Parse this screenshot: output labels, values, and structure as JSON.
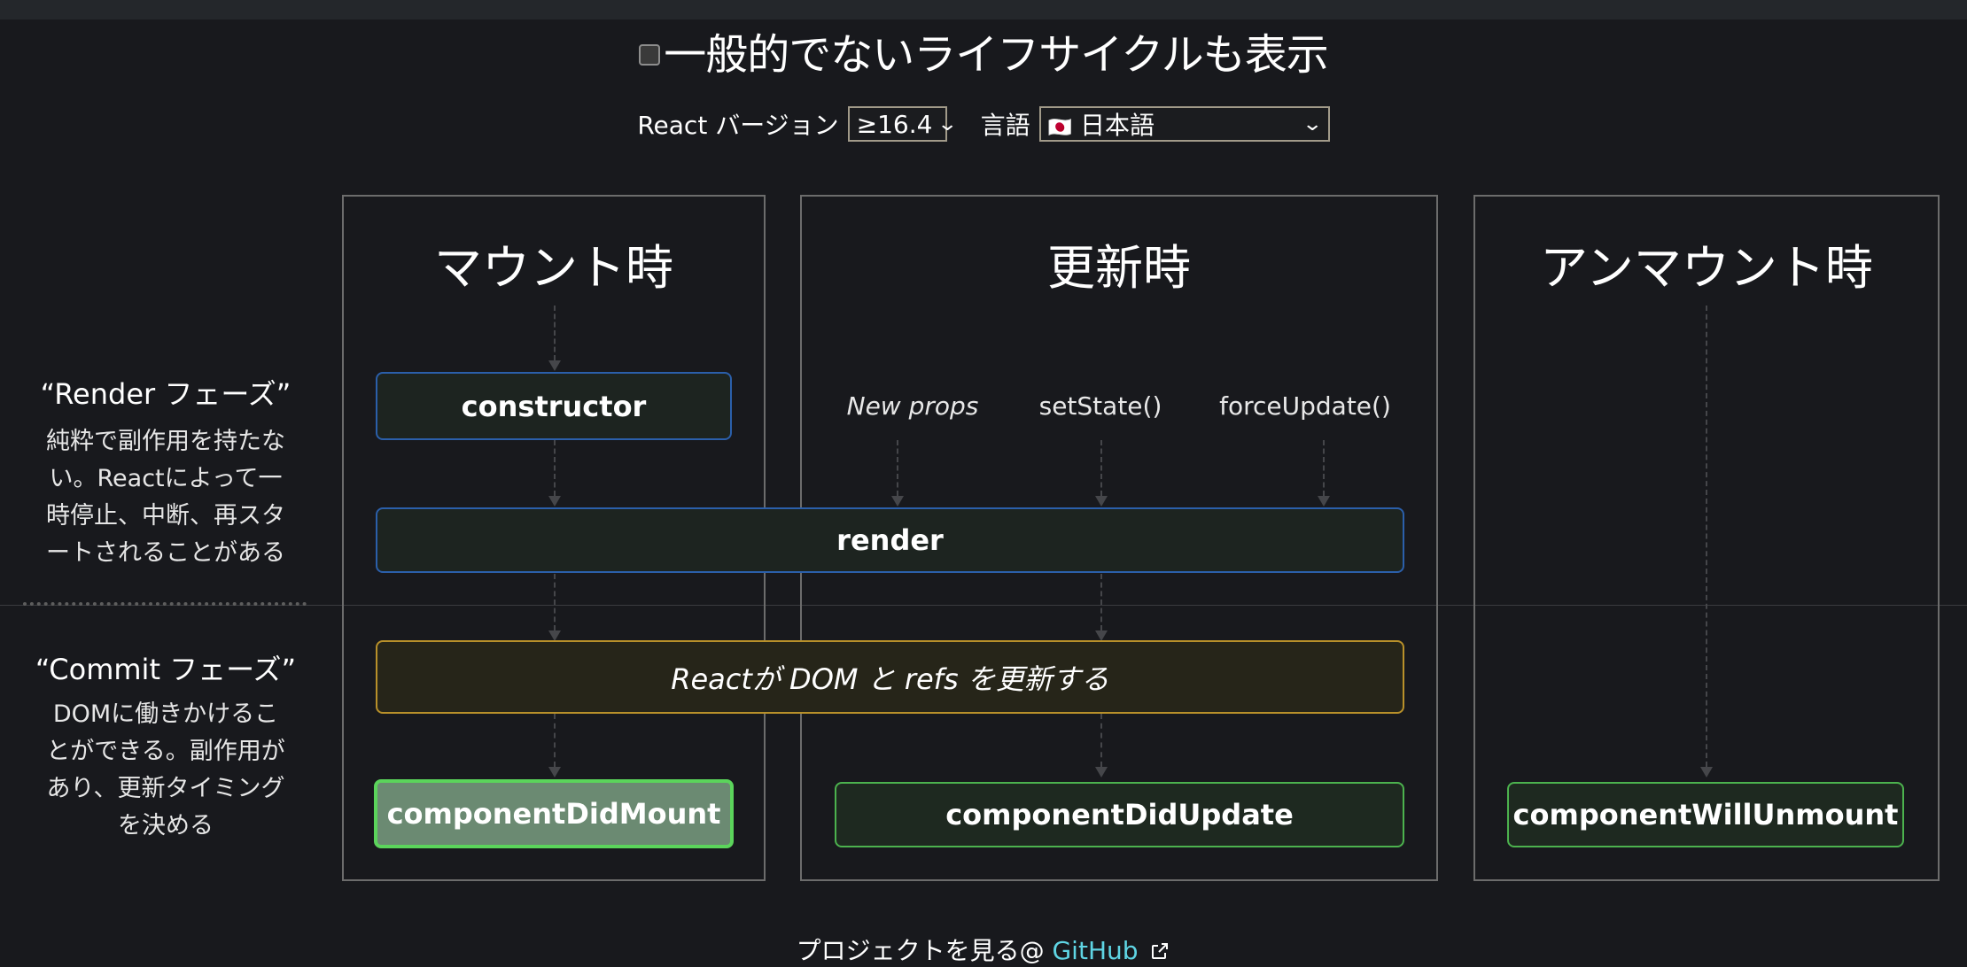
{
  "controls": {
    "show_uncommon_label": "一般的でないライフサイクルも表示",
    "react_version_label": "React バージョン",
    "react_version_value": "≥16.4",
    "language_label": "言語",
    "language_flag": "🇯🇵",
    "language_value": "日本語"
  },
  "phases": {
    "render": {
      "title": "“Render フェーズ”",
      "desc_lines": [
        "純粋で副作用を持たな",
        "い。Reactによって一",
        "時停止、中断、再スタ",
        "ートされることがある"
      ]
    },
    "commit": {
      "title": "“Commit フェーズ”",
      "desc_lines": [
        "DOMに働きかけるこ",
        "とができる。副作用が",
        "あり、更新タイミング",
        "を決める"
      ]
    }
  },
  "panels": {
    "mount": "マウント時",
    "update": "更新時",
    "unmount": "アンマウント時"
  },
  "methods": {
    "constructor": "constructor",
    "render": "render",
    "commit": "Reactが DOM と refs を更新する",
    "did_mount": "componentDidMount",
    "did_update": "componentDidUpdate",
    "will_unmount": "componentWillUnmount"
  },
  "triggers": {
    "new_props": "New props",
    "set_state": "setState()",
    "force_update": "forceUpdate()"
  },
  "footer": {
    "text": "プロジェクトを見る@ ",
    "link": "GitHub",
    "external_icon": "external-link-icon"
  },
  "colors": {
    "background": "#18191d",
    "render_border": "#2b5faa",
    "commit_border": "#b8902a",
    "did_border": "#4cb24e",
    "link": "#5fd5e4"
  }
}
